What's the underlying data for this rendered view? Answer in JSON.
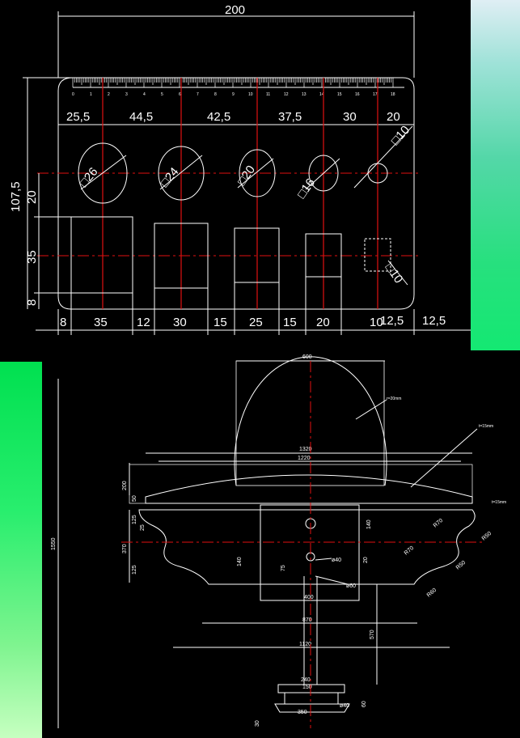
{
  "top_drawing": {
    "overall_width": "200",
    "overall_height": "107,5",
    "ruler_numbers": [
      "0",
      "1",
      "2",
      "3",
      "4",
      "5",
      "6",
      "7",
      "8",
      "9",
      "10",
      "11",
      "12",
      "13",
      "14",
      "15",
      "16",
      "17",
      "18"
    ],
    "hole_spacing": [
      "25,5",
      "44,5",
      "42,5",
      "37,5",
      "30",
      "20"
    ],
    "hole_labels": [
      "□26",
      "□24",
      "□20",
      "□16",
      "□10"
    ],
    "left_dims": [
      "20",
      "35",
      "8"
    ],
    "square_label": "□10",
    "bottom_dims": [
      "8",
      "35",
      "12",
      "30",
      "15",
      "25",
      "15",
      "20",
      "10",
      "12,5",
      "12,5"
    ]
  },
  "bottom_drawing": {
    "dims": {
      "d600": "600",
      "note_r1": "r=20mm",
      "note_t15": "t=15mm",
      "note_t15b": "t=15mm",
      "d1320": "1320",
      "d1220": "1220",
      "d200": "200",
      "d50": "50",
      "d1550": "1550",
      "d370": "370",
      "d125a": "125",
      "d25": "25",
      "d125b": "125",
      "d140a": "140",
      "d140b": "140",
      "d20": "20",
      "d75": "75",
      "phi40a": "ø40",
      "phi60": "ø60",
      "d400": "400",
      "r70": "R70",
      "r50a": "R50",
      "r70b": "R70",
      "r50b": "R50",
      "r60": "R60",
      "d870": "870",
      "d570": "570",
      "d1120": "1120",
      "d240": "240",
      "d150": "150",
      "phi40b": "ø40",
      "d60": "60",
      "d350": "350",
      "d30": "30"
    }
  },
  "colors": {
    "line": "#ffffff",
    "center": "#e01010",
    "bg": "#000000",
    "accent_right": "#14e872",
    "accent_left": "#00e050"
  }
}
